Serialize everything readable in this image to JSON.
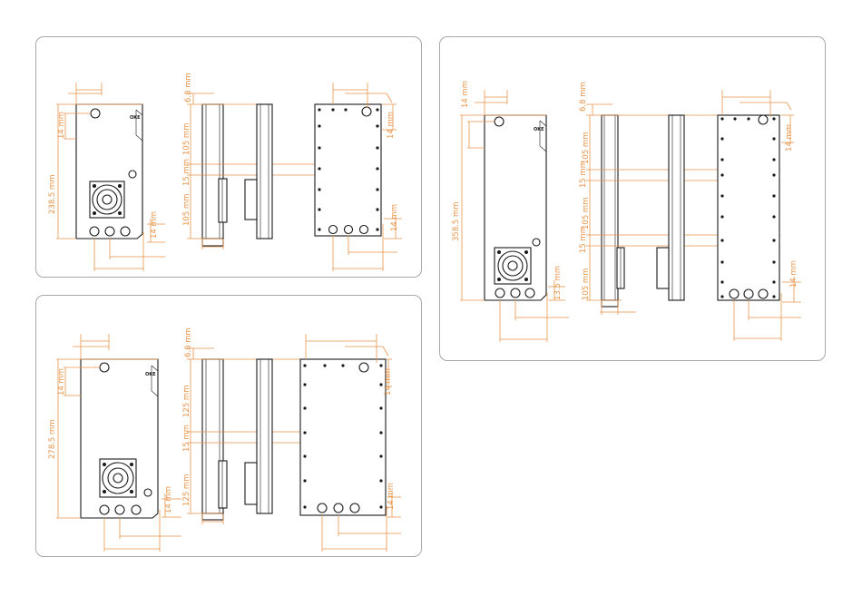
{
  "colors": {
    "dimension": "#e8944a",
    "outline": "#1a1a1a",
    "panel_border": "#a8a8a8"
  },
  "panels": [
    {
      "id": "small",
      "labels": {
        "height_total": "238.5 mm",
        "top_hole": "14 mm",
        "side_top": "6.8 mm",
        "section_a": "105 mm",
        "section_gap": "15 mm",
        "section_b": "105 mm",
        "connector_right": "14 mm",
        "back_top": "14 mm",
        "back_bottom": "14 mm"
      }
    },
    {
      "id": "medium",
      "labels": {
        "height_total": "278.5 mm",
        "top_hole": "14 mm",
        "side_top": "6.8 mm",
        "section_a": "125 mm",
        "section_gap": "15 mm",
        "section_b": "125 mm",
        "connector_right": "14 mm",
        "back_top": "14 mm",
        "back_bottom": "14 mm"
      }
    },
    {
      "id": "large",
      "labels": {
        "height_total": "358.5 mm",
        "top_hole": "14 mm",
        "side_top": "6.8 mm",
        "section_a": "105 mm",
        "section_gap_1": "15 mm",
        "section_b": "105 mm",
        "section_gap_2": "15 mm",
        "section_c": "105 mm",
        "connector_right": "13.5 mm",
        "back_top": "14 mm",
        "back_bottom": "14 mm"
      }
    }
  ]
}
